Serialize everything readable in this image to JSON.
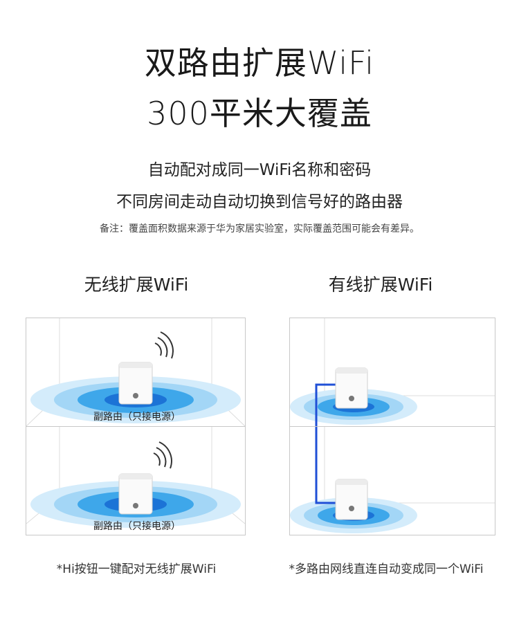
{
  "header": {
    "title_line1": "双路由扩展WiFi",
    "title_line2": "300平米大覆盖",
    "sub_line1": "自动配对成同一WiFi名称和密码",
    "sub_line2": "不同房间走动自动切换到信号好的路由器",
    "note": "备注：覆盖面积数据来源于华为家居实验室，实际覆盖范围可能会有差异。"
  },
  "left": {
    "title": "无线扩展WiFi",
    "top_label": "副路由（只接电源）",
    "bottom_label": "副路由（只接电源）",
    "caption": "*Hi按钮一键配对无线扩展WiFi"
  },
  "right": {
    "title": "有线扩展WiFi",
    "caption": "*多路由网线直连自动变成同一个WiFi"
  },
  "colors": {
    "ripple_outer": "#cfe9fb",
    "ripple_mid": "#8fcdf4",
    "ripple_inner": "#2e9be6",
    "ripple_core": "#1b6fd1",
    "cable": "#1f4fd6"
  }
}
